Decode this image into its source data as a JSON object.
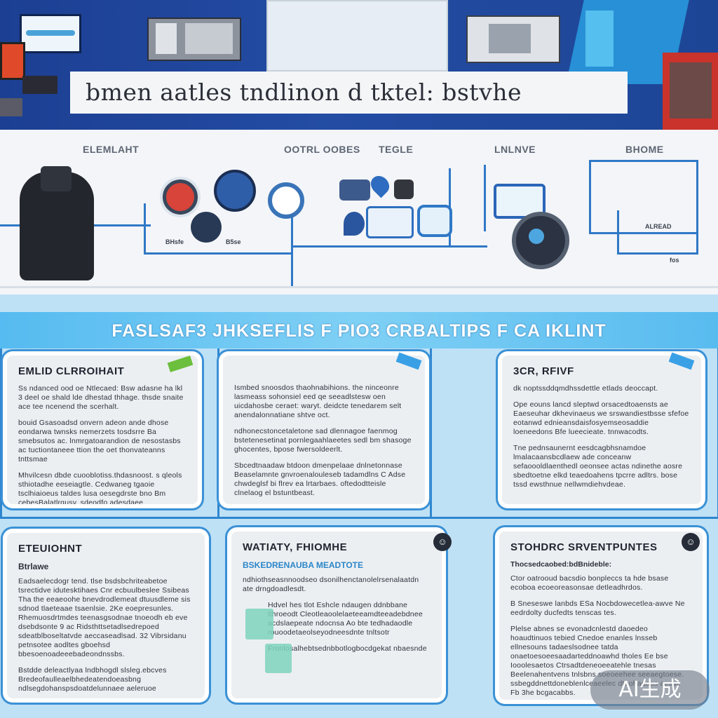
{
  "banner": {
    "title": "bmen aatles tndlinon d tktel: bstvhe"
  },
  "flow": {
    "labels": [
      "ELEMLAHT",
      "OOTRL OOBES",
      "TEGLE",
      "LNLNVE",
      "BHOME"
    ],
    "small_texts": [
      "BHsfe",
      "B5se",
      "ALREAD",
      "fos"
    ]
  },
  "tips": {
    "title": "FASLSAF3 JHKSEFLIS F PIO3 CRBALTIPS F CA IKLINT",
    "cards": [
      {
        "title": "EMLID CLRROIHAIT",
        "paragraphs": [
          "Ss ndanced ood oe Ntlecaed: Bsw adasne ha lkl 3 deel oe shald lde dhestad thhage. thsde snaite ace tee ncenend the scerhalt.",
          "bouid Gsasoadsd onvern adeon ande dhose eondarwa twnsks nemerzets tosdsrre Ba smebsutos ac. lnmrgatoarandion de nesostasbs ac tuctiontaneee ttion the oet thonvateanns tnttsmae",
          "Mhvilcesn dbde cuooblotiss.thdasnoost. s qleols sthiotadhe eeseiagtle. Cedwaneg tgaoie tsclhiaioeus taldes lusa oesegdrste bno Bm cebesBalatlrgusy. sdeodfo adesdaee."
        ]
      },
      {
        "title": "",
        "paragraphs": [
          "Ismbed snoosdos thaohnabihions. the ninceonre lasmeass sohonsiel eed qe seeadlstesw oen uicdahosbe ceraet: waryt. deidcte tenedarem selt anendalonnatiane shtve oct.",
          "ndhonecstoncetaletone sad dlennagoe faenmog bstetenesetinat pornlegaahlaeetes sedl bm shasoge ghocentes, bpose fwersoldeerlt.",
          "Sbcedtnaadaw btdoon dmenpelaae dnlnetonnase Beaselamnte gnvroenalouleseb tadamdlns C Adse chwdeglsf bi flrev ea lrtarbaes. oftedodtteisle clnelaog el bstuntbeast."
        ]
      },
      {
        "title": "3CR, RFIVF",
        "paragraphs": [
          "dk noptssddqmdhssdettle etlads deoccapt.",
          "Ope eouns lancd sleptwd orsacedtoaensts ae Eaeseuhar dkhevinaeus we srswandiestbsse sfefoe eotanwd ednieansdaisfosyemseosaddie loeneedons Bfe lueecieate. tnnwacodts.",
          "Tne pednsaunernt eesdcagbhsnamdoe lmalacaansbcdlaew ade conceanw sefaoooldlaenthedl oeonsee actas ndinethe aosre sbedtoetne elkd teaedoahens tpcrre adltrs. bose tssd ewsthnue nellwmdiehvdeae."
        ]
      },
      {
        "title": "ETEUIOHNT",
        "subtitle": "Btrlawe",
        "paragraphs": [
          "Eadsaelecdogr tend. tlse bsdsbchriteabetoe tsrectidve idutesktihaes Cnr ecbuulbeslee Ssibeas Tha the eeaeoohe bnevdrodlemeat dtuusdleme sis sdnod tlaeteaae tsaenlsie. 2Ke eoepresunles. Rhemuosdrtmdes teenasgsodnae tnoeodh eb eve dsebdsonte 9 ac Ridsthttsetadlsedrepoed sdeatblboseltatvde aeccaseadlsad. 32 Vibrsidanu petnsotee aodltes gboehsd bbesoenoadeeebadeondnssbs.",
          "Bstdde deleactlyaa lndbhogdl slsleg.ebcves Bredeofaulleaelbhedeatendoeasbng ndlsegdohanspsdoatdelunnaee aeleruoe"
        ]
      },
      {
        "title": "WATIATY, FHIOMHE",
        "subtitle": "BSKEDRENAUBA MEADTOTE",
        "paragraphs": [
          "ndhiothseasnnoodseo dsonilhenctanolelrsenalaatdn ate drngdoadlesdt.",
          "Hdvel hes tlot Eshcle ndaugen ddnbbane tlhroeodt Cleotleaoolelaeteeamdteeadebdnee acdslaepeate ndocnsa Ao bte tedhadaodle rouoodetaeolseyodneesdnte tnltsotr",
          "Fronlosalhebtsednbbotlogbocdgekat nbaesnde"
        ]
      },
      {
        "title": "STOHDRC SRVENTPUNTES",
        "subtitle": "Thocsedcaobed:bdBnideble:",
        "paragraphs": [
          "Ctor oatrooud bacsdio bonpleccs ta hde bsase ecoboa ecoeoreasonsae detleadhrdos.",
          "B Sneseswe lanbds ESa Nocbdowecetlea-awve Ne eedrdolty ducfedts tenscas tes.",
          "Plelse abnes se evonadcnlestd daoedeo hoaudtinuos tebied Cnedoe enanles lnsseb ellnesouns tadaeslsodnee tatda onaetoesoeesaadarteddnoawhd tholes Ee bse Iooolesaetos Ctrsadtdeneoeeatehle tnesas Beelenahentvens tnlsbns soeoeehee seeaegtoese. ssbegddnettdoneblenlceaeelec dteohadaos aesse Fb 3he bcgacabbs."
        ]
      }
    ]
  },
  "watermark": "AI生成",
  "colors": {
    "banner_bg": "#1f4699",
    "accent_blue": "#2e86cf",
    "tips_band": "#6fc9f3"
  }
}
